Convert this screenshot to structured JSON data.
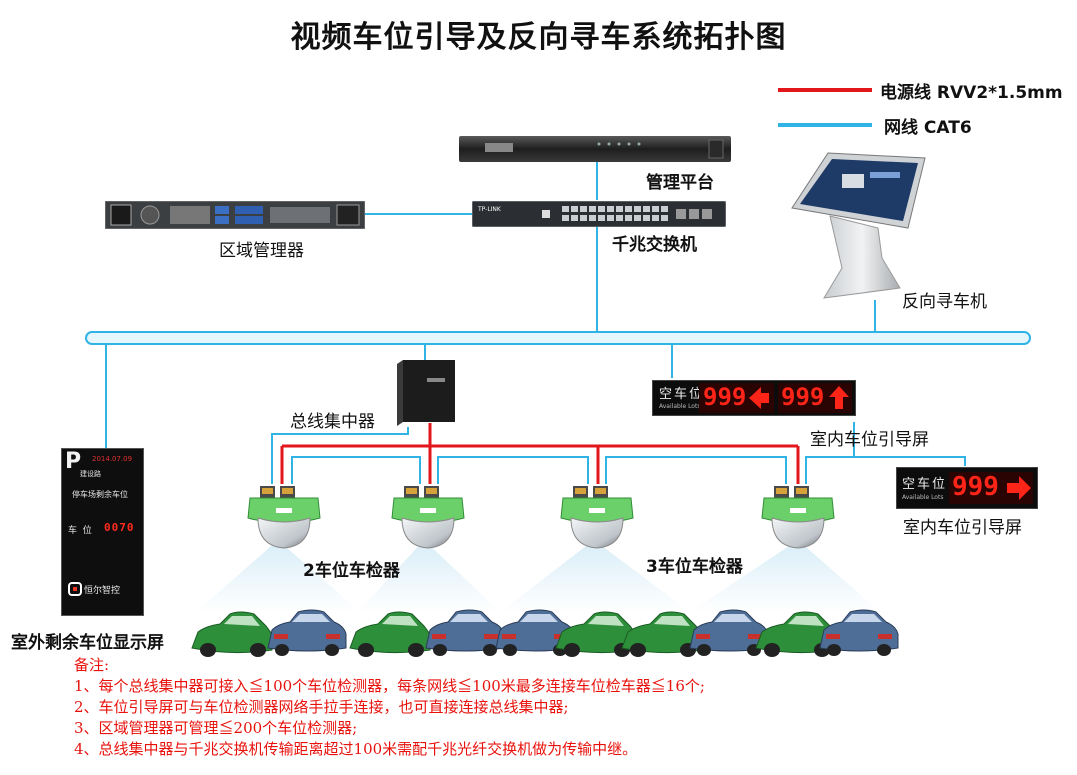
{
  "title": "视频车位引导及反向寻车系统拓扑图",
  "legend": {
    "power_label": "电源线 RVV2*1.5mm",
    "power_color": "#e3161b",
    "network_label": "网线 CAT6",
    "network_color": "#30b4e6"
  },
  "devices": {
    "platform": "管理平台",
    "switch": "千兆交换机",
    "switch_brand": "TP-LINK",
    "area_manager": "区域管理器",
    "kiosk": "反向寻车机",
    "concentrator": "总线集中器",
    "detector_group_a": "2车位车检器",
    "detector_group_b": "3车位车检器",
    "indoor_screen_1": "室内车位引导屏",
    "indoor_screen_2": "室内车位引导屏",
    "outdoor_screen": "室外剩余车位显示屏"
  },
  "indoor_display_1": {
    "caption": "空车位",
    "sub": "Available Lots",
    "value_left": "999",
    "value_right": "999"
  },
  "indoor_display_2": {
    "caption": "空车位",
    "sub": "Available Lots",
    "value": "999"
  },
  "outdoor_display": {
    "p_letter": "P",
    "date": "2014.07.09",
    "line1": "建设路",
    "line2": "停车场剩余车位",
    "label": "车  位",
    "count": "0070",
    "brand": "恒尔智控"
  },
  "notes": {
    "heading": "备注:",
    "items": [
      "1、每个总线集中器可接入≦100个车位检测器，每条网线≦100米最多连接车位检车器≦16个;",
      "2、车位引导屏可与车位检测器网络手拉手连接，也可直接连接总线集中器;",
      "3、区域管理器可管理≦200个车位检测器;",
      "4、总线集中器与千兆交换机传输距离超过100米需配千兆光纤交换机做为传输中继。"
    ]
  }
}
